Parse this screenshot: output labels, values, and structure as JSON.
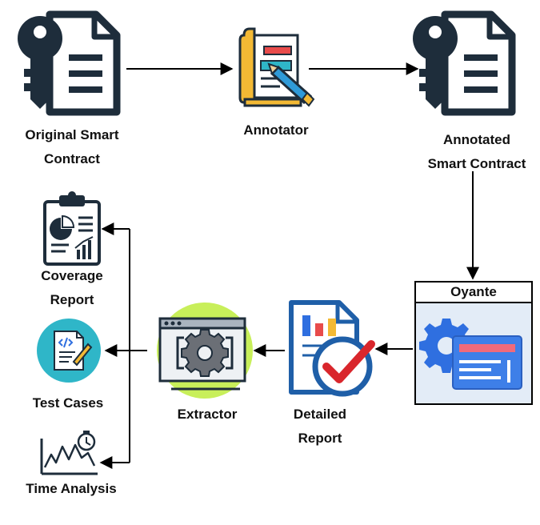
{
  "nodes": {
    "original": {
      "line1": "Original Smart",
      "line2": "Contract"
    },
    "annotator": {
      "label": "Annotator"
    },
    "annotated": {
      "line1": "Annotated",
      "line2": "Smart Contract"
    },
    "oyante": {
      "label": "Oyante"
    },
    "detailed": {
      "line1": "Detailed",
      "line2": "Report"
    },
    "extractor": {
      "label": "Extractor"
    },
    "coverage": {
      "line1": "Coverage",
      "line2": "Report"
    },
    "tests": {
      "label": "Test Cases"
    },
    "time": {
      "label": "Time Analysis"
    }
  },
  "colors": {
    "icon_dark": "#1e2d3b",
    "arrow": "#000000",
    "accent_red": "#e84b4b",
    "accent_blue": "#2f6fe0",
    "accent_teal": "#2fb6c8",
    "accent_green": "#c8ef5a"
  }
}
